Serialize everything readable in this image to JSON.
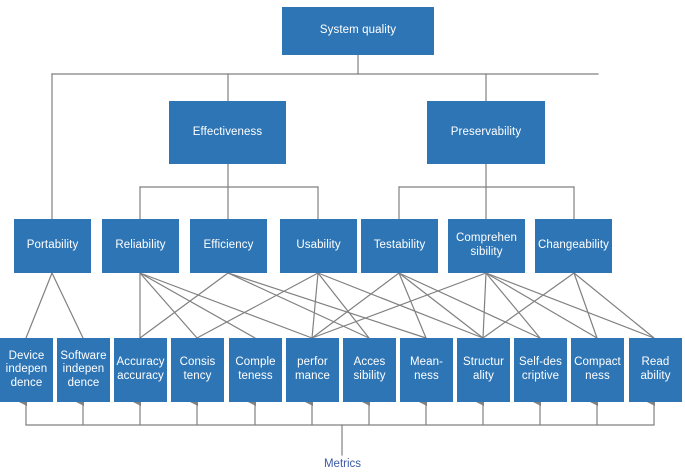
{
  "diagram": {
    "title": "System quality hierarchy",
    "colors": {
      "node_fill": "#2e75b6",
      "node_text": "#ffffff",
      "edge": "#808080",
      "metrics_text": "#3b5aa6",
      "background": "#ffffff"
    },
    "levels": {
      "root": {
        "label": "System quality"
      },
      "level2": [
        {
          "label": "Effectiveness"
        },
        {
          "label": "Preservability"
        }
      ],
      "level3": [
        {
          "label": "Portability"
        },
        {
          "label": "Reliability"
        },
        {
          "label": "Efficiency"
        },
        {
          "label": "Usability"
        },
        {
          "label": "Testability"
        },
        {
          "label": "Comprehen\nsibility"
        },
        {
          "label": "Changeability"
        }
      ],
      "metrics": [
        {
          "label": "Device\nindepen\ndence"
        },
        {
          "label": "Software\nindepen\ndence"
        },
        {
          "label": "Accuracy\naccuracy"
        },
        {
          "label": "Consis\ntency"
        },
        {
          "label": "Comple\nteness"
        },
        {
          "label": "perfor\nmance"
        },
        {
          "label": "Acces\nsibility"
        },
        {
          "label": "Mean-\nness"
        },
        {
          "label": "Structur\nality"
        },
        {
          "label": "Self-des\ncriptive"
        },
        {
          "label": "Compact\nness"
        },
        {
          "label": "Read\nability"
        }
      ]
    },
    "metrics_bus_label": "Metrics"
  }
}
